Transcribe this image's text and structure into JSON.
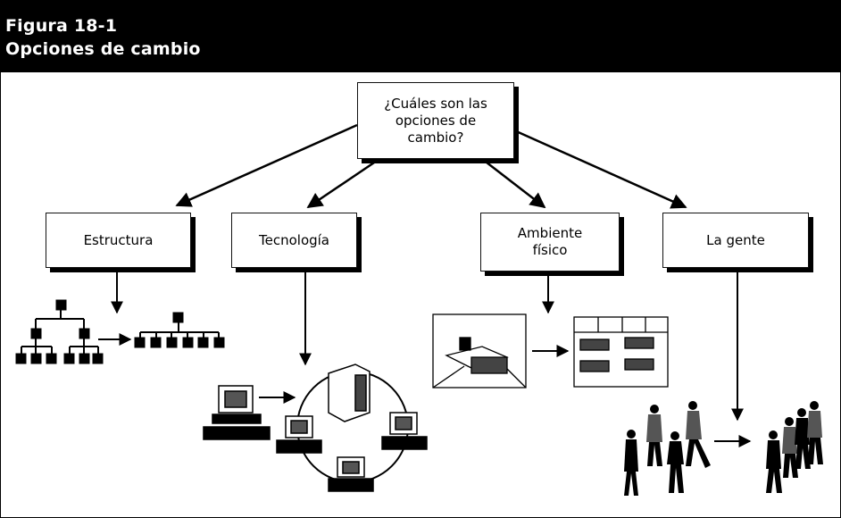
{
  "figure_number": "Figura 18-1",
  "figure_title": "Opciones de cambio",
  "root_question": "¿Cuáles son las opciones de cambio?",
  "options": [
    {
      "key": "estructura",
      "label": "Estructura"
    },
    {
      "key": "tecnologia",
      "label": "Tecnología"
    },
    {
      "key": "ambiente",
      "label": "Ambiente físico"
    },
    {
      "key": "gente",
      "label": "La gente"
    }
  ]
}
